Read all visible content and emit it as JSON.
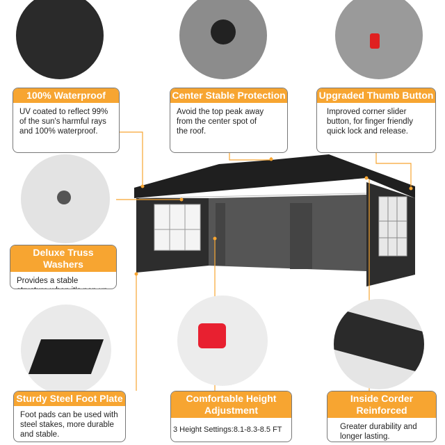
{
  "colors": {
    "accent": "#f7a531",
    "tent": "#2b2b2b"
  },
  "features": [
    {
      "title": "100% Waterproof",
      "text": "UV coated to reflect 99% of the sun's harmful rays and 100% waterproof."
    },
    {
      "title": "Center Stable Protection",
      "text": "Avoid the top peak away from the center spot of the roof."
    },
    {
      "title": "Upgraded Thumb Button",
      "text": "Improved corner slider button, for finger friendly quick lock and release."
    },
    {
      "title": "Deluxe Truss Washers",
      "text": "Provides a stable structure when it's pop up."
    },
    {
      "title": "Sturdy Steel Foot Plate",
      "text": "Foot pads can be used with steel stakes, more durable and stable."
    },
    {
      "title": "Comfortable Height Adjustment",
      "text": "3 Height Settings:8.1-8.3-8.5 FT"
    },
    {
      "title": "Inside Corder Reinforced",
      "text": "Greater durability and longer lasting."
    }
  ]
}
